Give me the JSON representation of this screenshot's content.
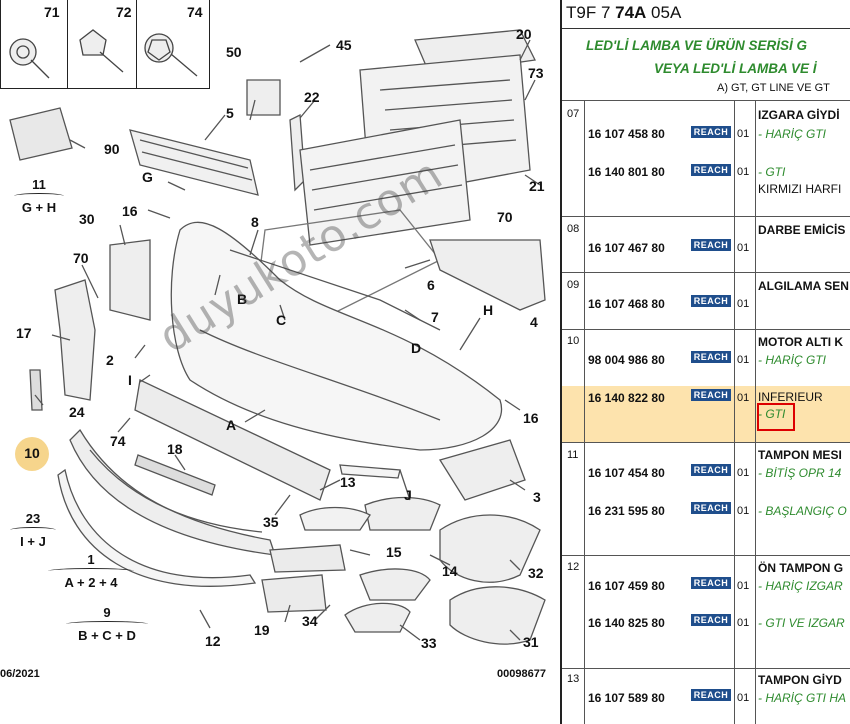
{
  "diagram": {
    "callouts": [
      "71",
      "72",
      "74",
      "45",
      "20",
      "50",
      "5",
      "73",
      "22",
      "90",
      "11",
      "16",
      "G",
      "8",
      "70",
      "30",
      "B",
      "C",
      "D",
      "H",
      "21",
      "6",
      "7",
      "4",
      "17",
      "2",
      "I",
      "74",
      "24",
      "10",
      "16",
      "18",
      "A",
      "23",
      "35",
      "13",
      "J",
      "3",
      "1",
      "15",
      "14",
      "32",
      "9",
      "19",
      "34",
      "33",
      "31",
      "12",
      "70"
    ],
    "highlighted_callout": "10",
    "groups": [
      {
        "num": "11",
        "formula": "G + H"
      },
      {
        "num": "23",
        "formula": "I + J"
      },
      {
        "num": "1",
        "formula": "A + 2 + 4"
      },
      {
        "num": "9",
        "formula": "B + C + D"
      }
    ],
    "date": "06/2021",
    "ref": "00098677",
    "watermark": "duyukoto.com"
  },
  "panel": {
    "header_prefix": "T9F 7 ",
    "header_bold": "74A",
    "header_suffix": " 05A",
    "green_line1": "LED'Lİ LAMBA VE ÜRÜN SERİSİ G",
    "green_line2": "VEYA LED'Lİ LAMBA VE İ",
    "subline": "A) GT, GT LINE VE GT",
    "reach_label": "REACH",
    "rows": [
      {
        "sec": "07",
        "title": "IZGARA GİYDİ",
        "items": [
          {
            "pn": "16 107 458 80",
            "qty": "01",
            "desc": "- HARİÇ GTI"
          },
          {
            "pn": "16 140 801 80",
            "qty": "01",
            "desc": "- GTI",
            "extra": "KIRMIZI HARFI"
          }
        ]
      },
      {
        "sec": "08",
        "title": "DARBE EMİCİS",
        "items": [
          {
            "pn": "16 107 467 80",
            "qty": "01"
          }
        ]
      },
      {
        "sec": "09",
        "title": "ALGILAMA SEN",
        "items": [
          {
            "pn": "16 107 468 80",
            "qty": "01"
          }
        ]
      },
      {
        "sec": "10",
        "title": "MOTOR ALTI K",
        "items": [
          {
            "pn": "98 004 986 80",
            "qty": "01",
            "desc": "- HARİÇ GTI"
          },
          {
            "pn": "16 140 822 80",
            "qty": "01",
            "extra": "INFERIEUR",
            "desc": "- GTI"
          }
        ]
      },
      {
        "sec": "11",
        "title": "TAMPON MESI",
        "items": [
          {
            "pn": "16 107 454 80",
            "qty": "01",
            "desc": "- BİTİŞ OPR 14"
          },
          {
            "pn": "16 231 595 80",
            "qty": "01",
            "desc": "- BAŞLANGIÇ O"
          }
        ]
      },
      {
        "sec": "12",
        "title": "ÖN TAMPON G",
        "items": [
          {
            "pn": "16 107 459 80",
            "qty": "01",
            "desc": "- HARİÇ IZGAR"
          },
          {
            "pn": "16 140 825 80",
            "qty": "01",
            "desc": "- GTI VE IZGAR"
          }
        ]
      },
      {
        "sec": "13",
        "title": "TAMPON GİYD",
        "items": [
          {
            "pn": "16 107 589 80",
            "qty": "01",
            "desc": "- HARİÇ GTI HA"
          }
        ]
      }
    ]
  }
}
